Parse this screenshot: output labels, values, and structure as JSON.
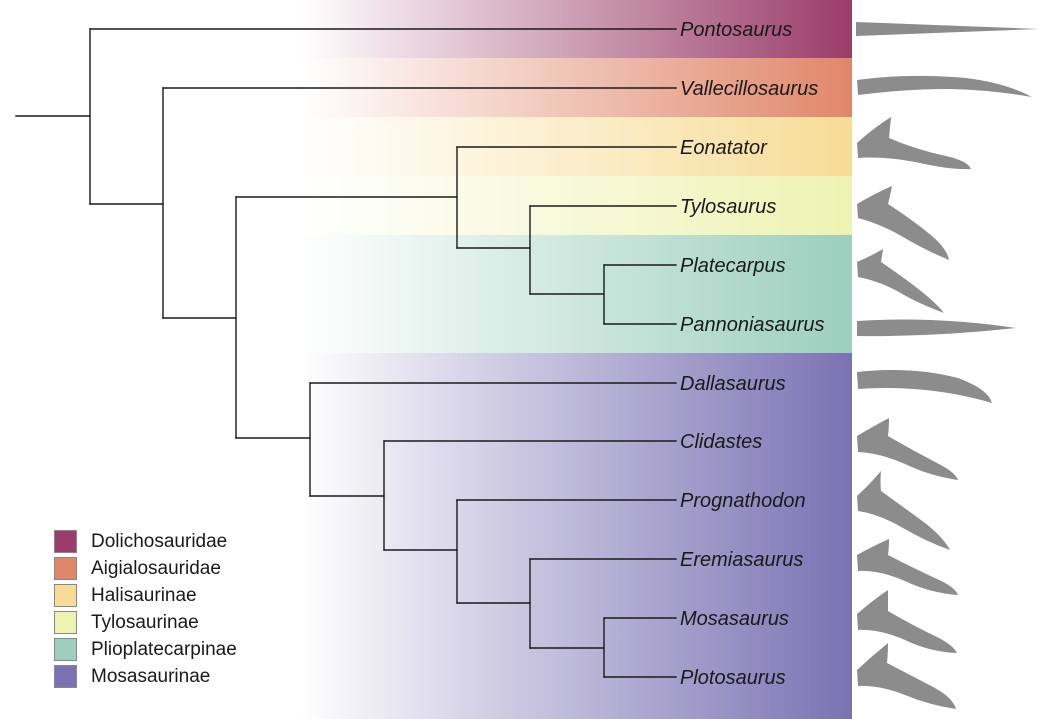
{
  "tree": {
    "taxa": [
      {
        "name": "Pontosaurus",
        "clade": "Dolichosauridae"
      },
      {
        "name": "Vallecillosaurus",
        "clade": "Aigialosauridae"
      },
      {
        "name": "Eonatator",
        "clade": "Halisaurinae"
      },
      {
        "name": "Tylosaurus",
        "clade": "Tylosaurinae"
      },
      {
        "name": "Platecarpus",
        "clade": "Plioplatecarpinae"
      },
      {
        "name": "Pannoniasaurus",
        "clade": "Plioplatecarpinae"
      },
      {
        "name": "Dallasaurus",
        "clade": "Mosasaurinae"
      },
      {
        "name": "Clidastes",
        "clade": "Mosasaurinae"
      },
      {
        "name": "Prognathodon",
        "clade": "Mosasaurinae"
      },
      {
        "name": "Eremiasaurus",
        "clade": "Mosasaurinae"
      },
      {
        "name": "Mosasaurus",
        "clade": "Mosasaurinae"
      },
      {
        "name": "Plotosaurus",
        "clade": "Mosasaurinae"
      }
    ],
    "topology": "(Pontosaurus,(Vallecillosaurus,((Eonatator,(Tylosaurus,(Platecarpus,Pannoniasaurus))),(Dallasaurus,(Clidastes,(Prognathodon,(Eremiasaurus,(Mosasaurus,Plotosaurus))))))))"
  },
  "legend": {
    "items": [
      {
        "label": "Dolichosauridae",
        "color": "#9a3d6a"
      },
      {
        "label": "Aigialosauridae",
        "color": "#e0876a"
      },
      {
        "label": "Halisaurinae",
        "color": "#f6dc96"
      },
      {
        "label": "Tylosaurinae",
        "color": "#eef3b2"
      },
      {
        "label": "Plioplatecarpinae",
        "color": "#9ccfbd"
      },
      {
        "label": "Mosasaurinae",
        "color": "#7b72b3"
      }
    ]
  },
  "silhouettes": {
    "color": "#8c8c8c",
    "icon": "tail-silhouette-icon"
  }
}
